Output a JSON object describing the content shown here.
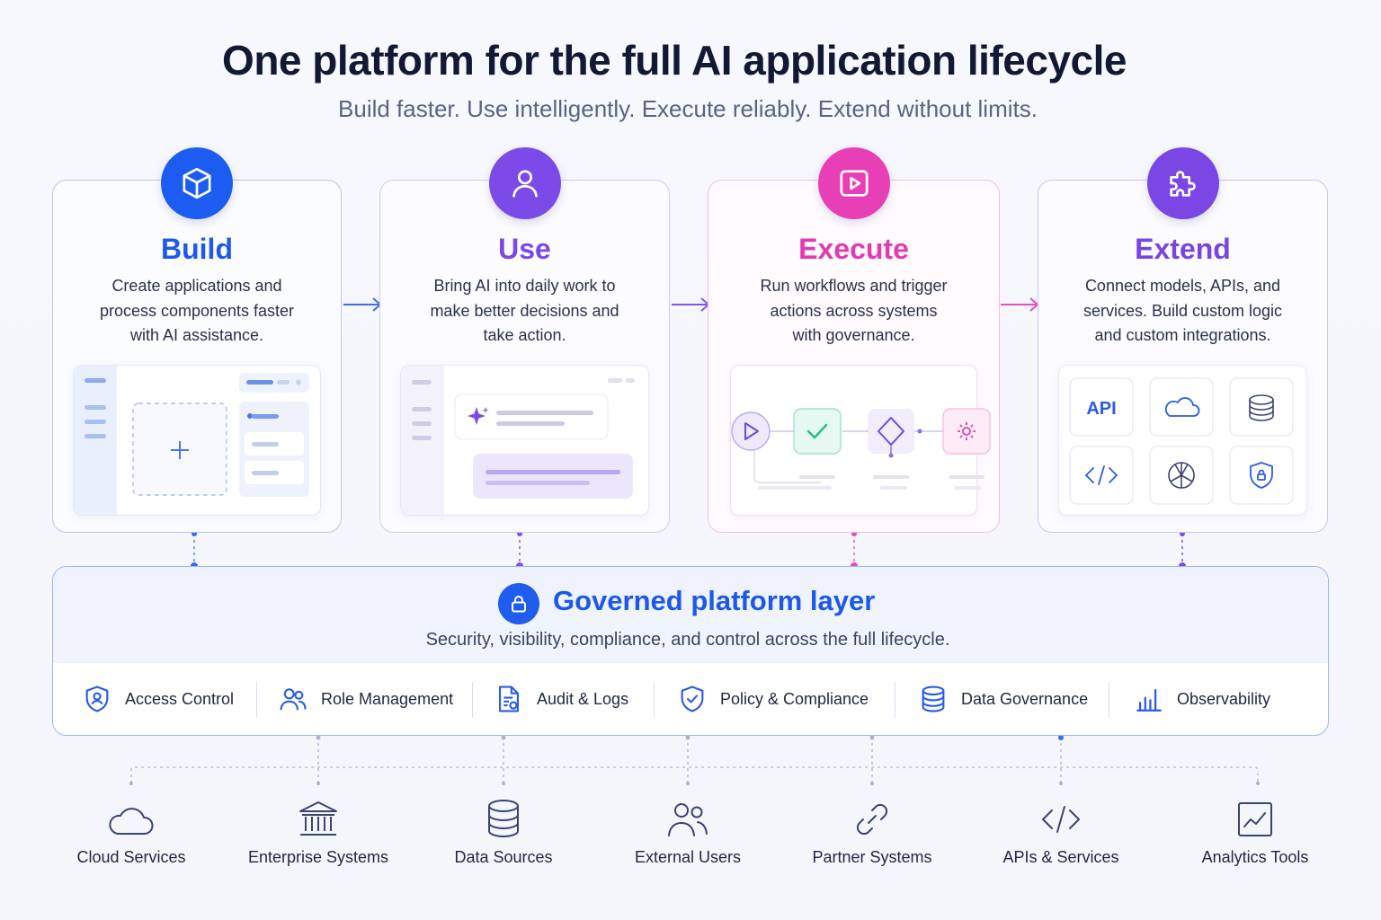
{
  "header": {
    "title": "One platform for the full AI application lifecycle",
    "subtitle": "Build faster. Use intelligently. Execute reliably. Extend without limits."
  },
  "cards": [
    {
      "id": "build",
      "title": "Build",
      "icon": "cube-icon",
      "color": "#1d5cf0",
      "desc": [
        "Create applications and",
        "process components faster",
        "with AI assistance."
      ]
    },
    {
      "id": "use",
      "title": "Use",
      "icon": "user-icon",
      "color": "#7b4ae8",
      "desc": [
        "Bring AI into daily work to",
        "make better decisions and",
        "take action."
      ]
    },
    {
      "id": "execute",
      "title": "Execute",
      "icon": "play-icon",
      "color": "#e83fb7",
      "desc": [
        "Run workflows and trigger",
        "actions across systems",
        "with governance."
      ]
    },
    {
      "id": "extend",
      "title": "Extend",
      "icon": "puzzle-icon",
      "color": "#7a46e4",
      "desc": [
        "Connect models, APIs, and",
        "services. Build custom logic",
        "and custom integrations."
      ]
    }
  ],
  "extend_tiles": {
    "api_label": "API"
  },
  "governed": {
    "title": "Governed platform layer",
    "desc": "Security, visibility, compliance, and control across the full lifecycle.",
    "features": [
      {
        "label": "Access Control",
        "icon": "shield-user-icon"
      },
      {
        "label": "Role Management",
        "icon": "users-icon"
      },
      {
        "label": "Audit & Logs",
        "icon": "document-log-icon"
      },
      {
        "label": "Policy & Compliance",
        "icon": "shield-check-icon"
      },
      {
        "label": "Data Governance",
        "icon": "database-icon"
      },
      {
        "label": "Observability",
        "icon": "bar-chart-icon"
      }
    ]
  },
  "systems": [
    {
      "label": "Cloud Services",
      "icon": "cloud-icon"
    },
    {
      "label": "Enterprise Systems",
      "icon": "bank-icon"
    },
    {
      "label": "Data Sources",
      "icon": "database-icon"
    },
    {
      "label": "External Users",
      "icon": "users-icon"
    },
    {
      "label": "Partner Systems",
      "icon": "link-icon"
    },
    {
      "label": "APIs & Services",
      "icon": "code-icon"
    },
    {
      "label": "Analytics Tools",
      "icon": "chart-icon"
    }
  ]
}
